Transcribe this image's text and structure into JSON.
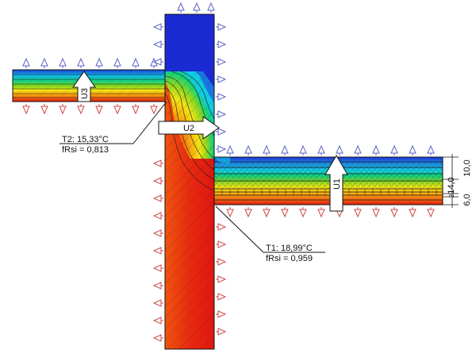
{
  "flux_labels": {
    "u1": "U1",
    "u2": "U2",
    "u3": "U3"
  },
  "point_t1": {
    "temperature": "T1: 18,99°C",
    "frsi": "fRsi = 0,959"
  },
  "point_t2": {
    "temperature": "T2: 15,33°C",
    "frsi": "fRsi = 0,813"
  },
  "layer_dimensions": [
    "10,0",
    "14,0",
    "2",
    "6,0"
  ],
  "colors": {
    "cold": "#1a2bd6",
    "hot": "#e01010",
    "arrow_exterior": "#5b63c9",
    "arrow_interior": "#d04848",
    "mesh_line": "#222222"
  },
  "icons": {
    "exterior_boundary": "blue-open-arrow-icon",
    "interior_boundary": "red-open-arrow-icon",
    "flux_arrow": "white-block-arrow-icon"
  }
}
